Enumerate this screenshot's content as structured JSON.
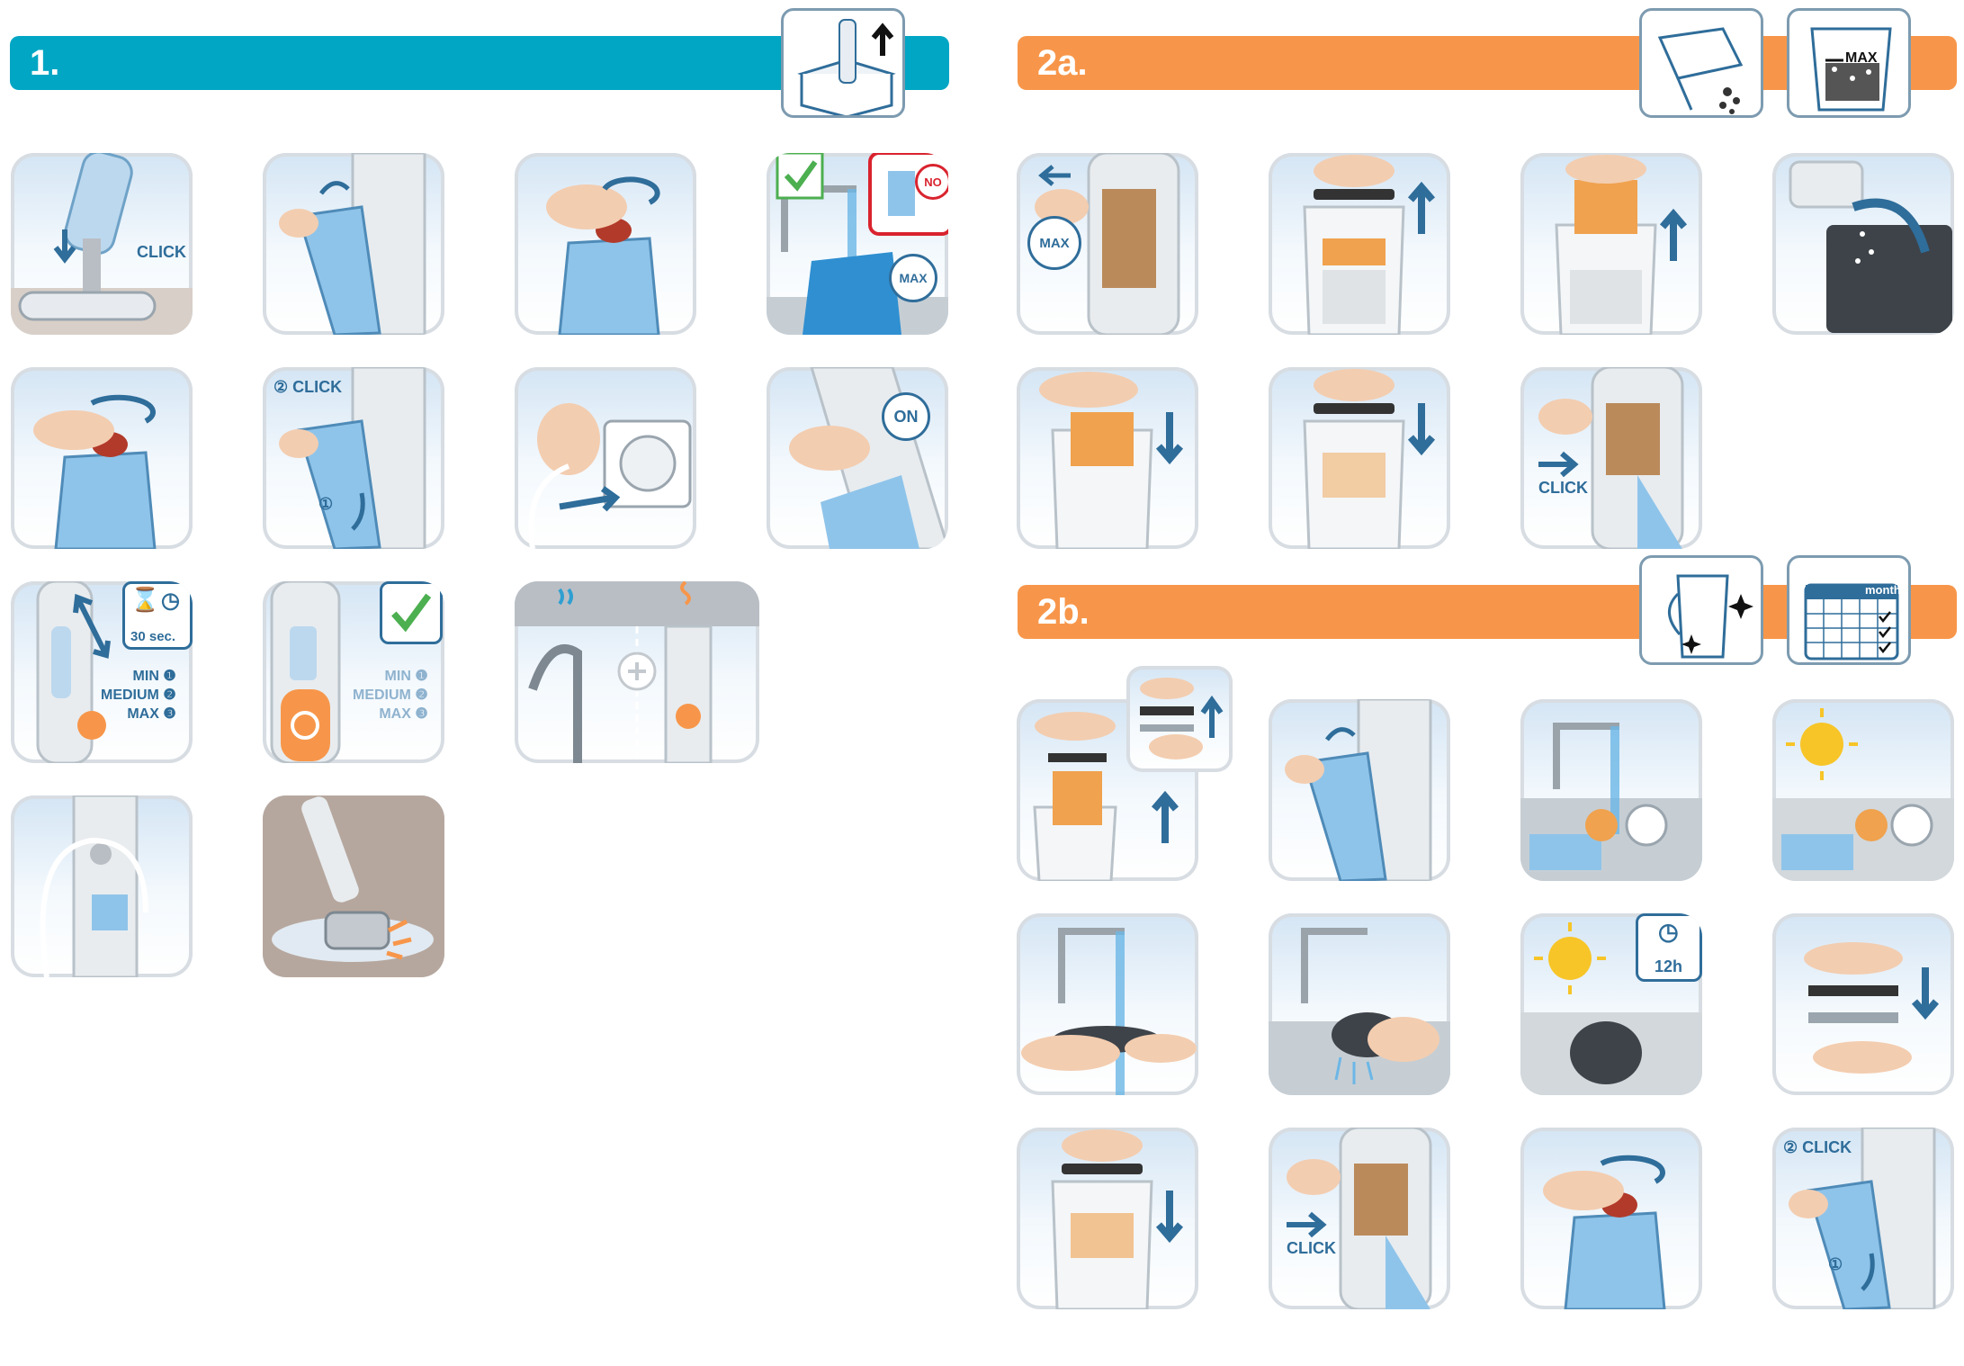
{
  "sections": {
    "s1": {
      "title": "1."
    },
    "s2a": {
      "title": "2a."
    },
    "s2b": {
      "title": "2b."
    }
  },
  "labels": {
    "click": "CLICK",
    "click2": "② CLICK",
    "num1": "①",
    "max": "MAX",
    "on": "ON",
    "no": "NO",
    "timer": "30 sec.",
    "hours": "12h",
    "month": "month"
  },
  "speeds": [
    "MIN ❶",
    "MEDIUM ❷",
    "MAX ❸"
  ],
  "colors": {
    "teal": "#00a6c4",
    "orange": "#f7964a",
    "arrow": "#2f6d9a",
    "water": "#6cb7e6",
    "filter": "#f0a24e"
  }
}
